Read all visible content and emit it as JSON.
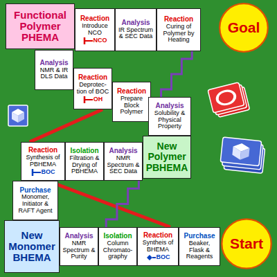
{
  "diagram": {
    "nodes": [
      {
        "text": [
          "Functional Polymer PHEMA"
        ]
      },
      {
        "text": [
          "Reaction",
          "Introduce NCO",
          "NCO"
        ]
      },
      {
        "text": [
          "Analysis",
          "IR Spectrum & SEC Data"
        ]
      },
      {
        "text": [
          "Reaction",
          "Curing of Polymer by Heating"
        ]
      },
      {
        "text": [
          "Goal"
        ]
      },
      {
        "text": [
          "Analysis",
          "NMR & IR DLS Data"
        ]
      },
      {
        "text": [
          "Reaction",
          "Deprotec-tion of BOC",
          "OH"
        ]
      },
      {
        "text": [
          "Reaction",
          "Prepare Block Polymer"
        ]
      },
      {
        "text": [
          "Analysis",
          "Solubility & Physical Property"
        ]
      },
      {
        "text": [
          "Reaction",
          "Synthesis of PBHEMA",
          "BOC"
        ]
      },
      {
        "text": [
          "Isolation",
          "Filtration & Drying of PBHEMA"
        ]
      },
      {
        "text": [
          "Analysis",
          "NMR Spectrum & SEC Data"
        ]
      },
      {
        "text": [
          "New Polymer PBHEMA"
        ]
      },
      {
        "text": [
          "Purchase",
          "Monomer, Initiator & RAFT Agent"
        ]
      },
      {
        "text": [
          "New Monomer BHEMA"
        ]
      },
      {
        "text": [
          "Analysis",
          "NMR Spectrum & Purity"
        ]
      },
      {
        "text": [
          "Isolation",
          "Column Chromato-graphy"
        ]
      },
      {
        "text": [
          "Reaction",
          "Syntheis of BHEMA",
          "BOC"
        ]
      },
      {
        "text": [
          "Purchase",
          "Beaker, Flask & Reagents"
        ]
      },
      {
        "text": [
          "Start"
        ]
      }
    ],
    "edges": [
      {
        "from": 9,
        "to": 6,
        "arrow": "none"
      },
      {
        "from": 9,
        "to": 17,
        "arrow": "none"
      },
      {
        "from": 16,
        "to": 11,
        "arrow": "none"
      },
      {
        "from": 8,
        "to": 3,
        "arrow": "none"
      }
    ]
  }
}
